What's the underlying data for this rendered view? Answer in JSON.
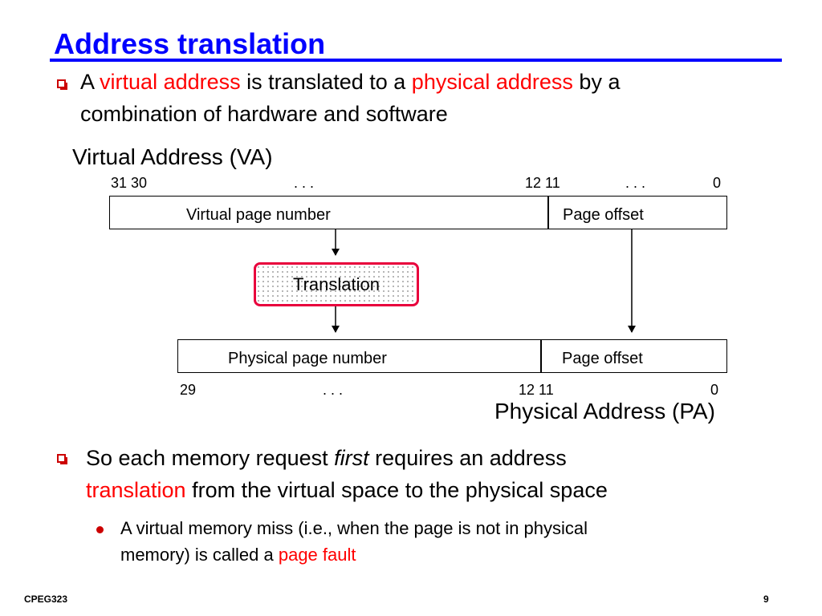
{
  "slide": {
    "title": "Address translation",
    "bullet1": {
      "part1": "A",
      "part2": "virtual address",
      "part3": "is translated to a",
      "part4": "physical address",
      "part5": "by a",
      "line2": "combination of hardware and software"
    },
    "diagram": {
      "va_caption": "Virtual Address (VA)",
      "va_bits": {
        "b31_30": "31  30",
        "dots1": ". . .",
        "b12_11": "12  11",
        "dots2": ". . .",
        "b0": "0"
      },
      "va_fields": {
        "vpn": "Virtual page number",
        "offset": "Page offset"
      },
      "translation": "Translation",
      "pa_fields": {
        "ppn": "Physical page number",
        "offset": "Page offset"
      },
      "pa_bits": {
        "b29": "29",
        "dots1": ". . .",
        "b12_11": "12  11",
        "b0": "0"
      },
      "pa_caption": "Physical Address (PA)"
    },
    "bullet2": {
      "part1": "So each memory request",
      "part2": "first",
      "part3": "requires an address",
      "part4": "translation",
      "part5": "from the virtual space to the physical space"
    },
    "subbullet": {
      "line1": "A virtual memory miss (i.e., when the page is not in physical",
      "line2a": "memory) is called a",
      "line2b": "page fault"
    },
    "footer": {
      "course": "CPEG323",
      "page": "9"
    },
    "colors": {
      "title": "#0000ff",
      "highlight": "#ff0000",
      "translation_border": "#e8003c"
    }
  }
}
